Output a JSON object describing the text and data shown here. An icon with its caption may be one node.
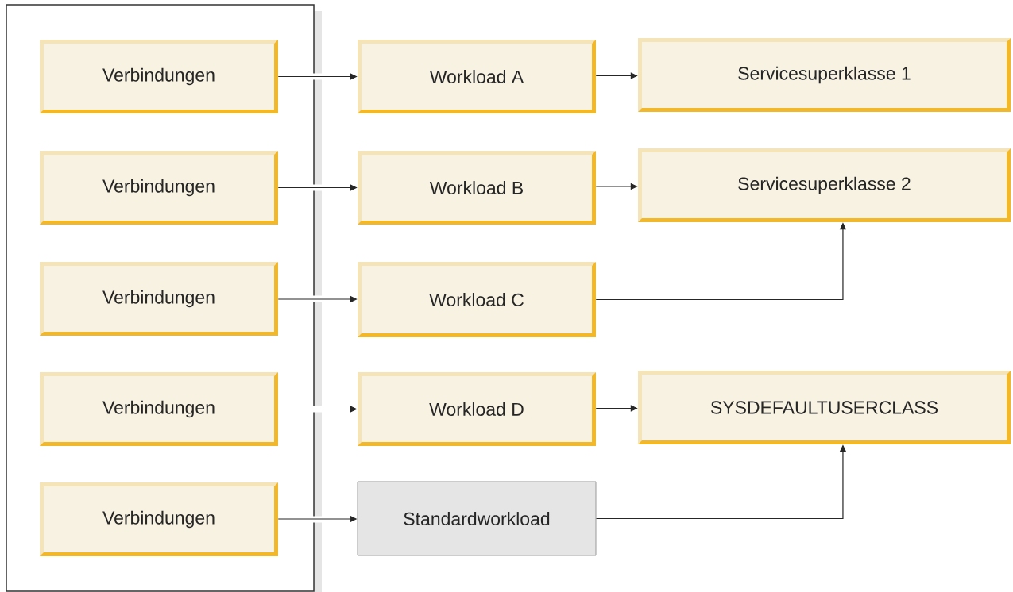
{
  "diagram": {
    "nodes": [
      {
        "text": [],
        "shape": "box"
      },
      {
        "text": [
          "Verbindungen"
        ],
        "in": 0
      },
      {
        "text": [
          "Verbindungen"
        ],
        "in": 0
      },
      {
        "text": [
          "Verbindungen"
        ],
        "in": 0
      },
      {
        "text": [
          "Verbindungen"
        ],
        "in": 0
      },
      {
        "text": [
          "Verbindungen"
        ],
        "in": 0
      },
      {
        "text": [
          "Workload A"
        ]
      },
      {
        "text": [
          "Workload B"
        ]
      },
      {
        "text": [
          "Workload C"
        ]
      },
      {
        "text": [
          "Workload D"
        ]
      },
      {
        "text": [
          "Standardworkload"
        ]
      },
      {
        "text": [
          "Servicesuperklasse 1"
        ]
      },
      {
        "text": [
          "Servicesuperklasse 2"
        ]
      },
      {
        "text": [
          "SYSDEFAULTUSERCLASS"
        ]
      }
    ],
    "edges": [
      {
        "from": 1,
        "to": 6,
        "arrow": "to"
      },
      {
        "from": 2,
        "to": 7,
        "arrow": "to"
      },
      {
        "from": 3,
        "to": 8,
        "arrow": "to"
      },
      {
        "from": 4,
        "to": 9,
        "arrow": "to"
      },
      {
        "from": 5,
        "to": 10,
        "arrow": "to"
      },
      {
        "from": 6,
        "to": 11,
        "arrow": "to"
      },
      {
        "from": 7,
        "to": 12,
        "arrow": "to"
      },
      {
        "from": 8,
        "to": 12,
        "arrow": "to"
      },
      {
        "from": 9,
        "to": 13,
        "arrow": "to"
      },
      {
        "from": 10,
        "to": 13,
        "arrow": "to"
      }
    ]
  }
}
